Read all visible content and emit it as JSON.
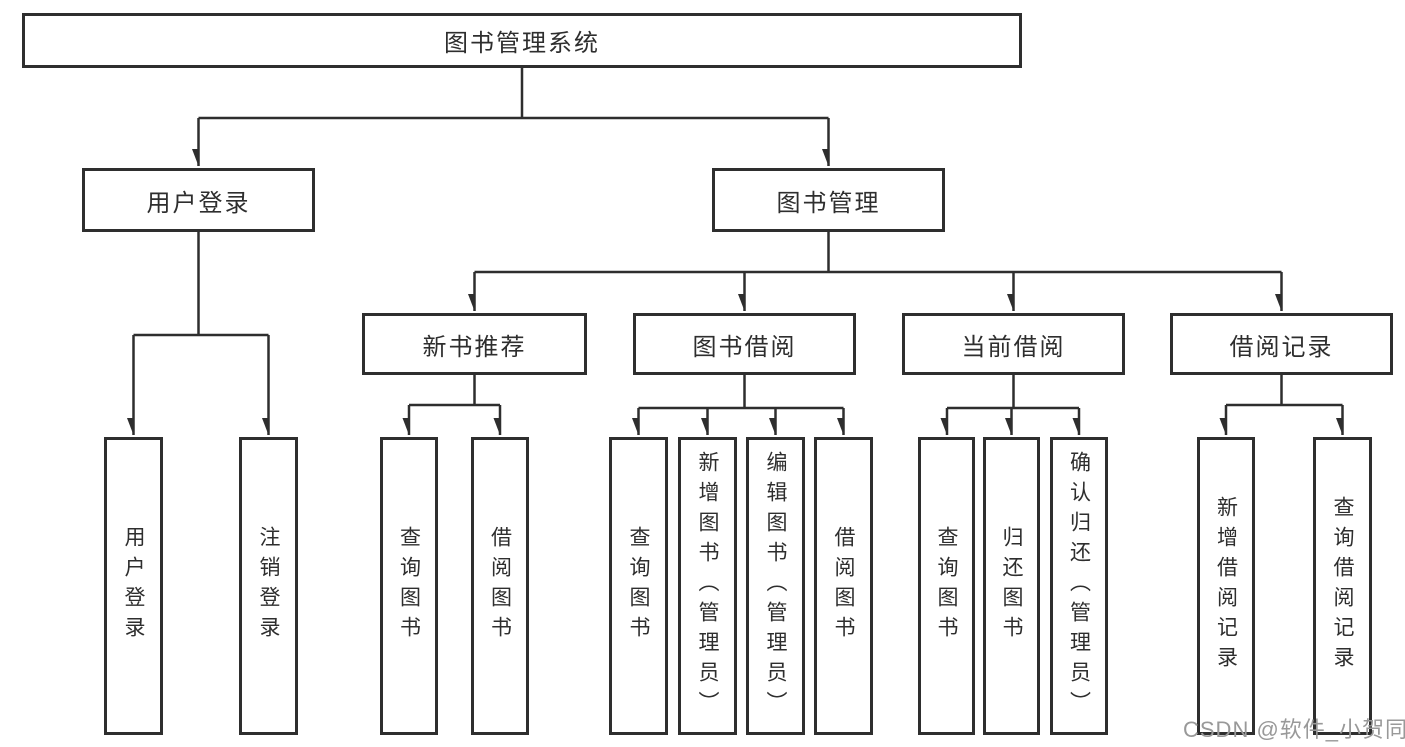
{
  "diagram": {
    "type": "tree",
    "title": "图书管理系统",
    "level2": [
      {
        "label": "用户登录"
      },
      {
        "label": "图书管理"
      }
    ],
    "level3": [
      {
        "label": "新书推荐"
      },
      {
        "label": "图书借阅"
      },
      {
        "label": "当前借阅"
      },
      {
        "label": "借阅记录"
      }
    ],
    "leaves": [
      {
        "label": "用户登录",
        "parent": "用户登录"
      },
      {
        "label": "注销登录",
        "parent": "用户登录"
      },
      {
        "label": "查询图书",
        "parent": "新书推荐"
      },
      {
        "label": "借阅图书",
        "parent": "新书推荐"
      },
      {
        "label": "查询图书",
        "parent": "图书借阅"
      },
      {
        "label": "新增图书（管理员）",
        "parent": "图书借阅"
      },
      {
        "label": "编辑图书（管理员）",
        "parent": "图书借阅"
      },
      {
        "label": "借阅图书",
        "parent": "图书借阅"
      },
      {
        "label": "查询图书",
        "parent": "当前借阅"
      },
      {
        "label": "归还图书",
        "parent": "当前借阅"
      },
      {
        "label": "确认归还（管理员）",
        "parent": "当前借阅"
      },
      {
        "label": "新增借阅记录",
        "parent": "借阅记录"
      },
      {
        "label": "查询借阅记录",
        "parent": "借阅记录"
      }
    ]
  },
  "watermark": {
    "text": "CSDN @软件_小贺同学"
  },
  "colors": {
    "line": "#2e2e2e",
    "box_border": "#2e2e2e",
    "text": "#2e2e2e",
    "watermark": "#999999",
    "background": "#ffffff"
  }
}
